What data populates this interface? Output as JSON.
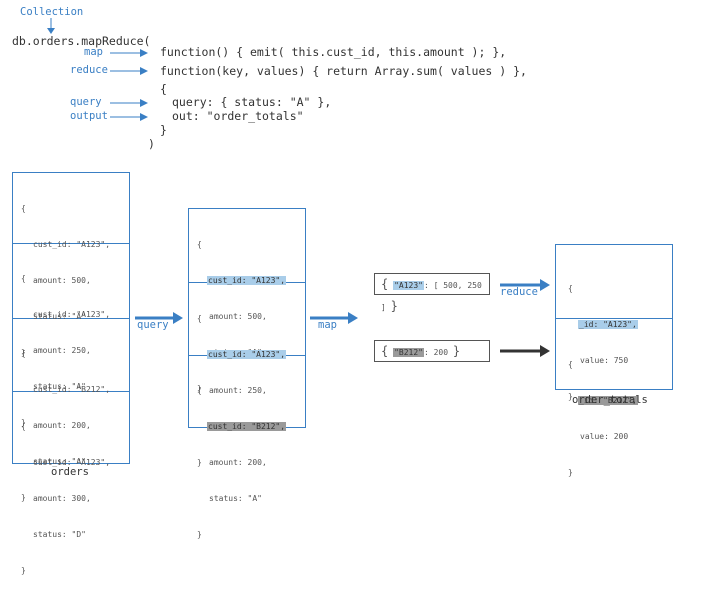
{
  "command": {
    "collection_label": "Collection",
    "line_head": "db.orders.mapReduce(",
    "map_label": "map",
    "map_code": "function() { emit( this.cust_id, this.amount ); },",
    "reduce_label": "reduce",
    "reduce_code": "function(key, values) { return Array.sum( values ) },",
    "open_brace": "{",
    "query_label": "query",
    "query_code": "query: { status: \"A\" },",
    "output_label": "output",
    "output_code": "out: \"order_totals\"",
    "close_brace": "}",
    "close_paren": ")"
  },
  "orders": {
    "caption": "orders",
    "docs": [
      {
        "open": "{",
        "cust_id": "cust_id: \"A123\",",
        "amount": "amount: 500,",
        "status": "status: \"A\"",
        "close": "}"
      },
      {
        "open": "{",
        "cust_id": "cust_id: \"A123\",",
        "amount": "amount: 250,",
        "status": "status: \"A\"",
        "close": "}"
      },
      {
        "open": "{",
        "cust_id": "cust_id: \"B212\",",
        "amount": "amount: 200,",
        "status": "status: \"A\"",
        "close": "}"
      },
      {
        "open": "{",
        "cust_id": "cust_id: \"A123\",",
        "amount": "amount: 300,",
        "status": "status: \"D\"",
        "close": "}"
      }
    ]
  },
  "query_arrow_label": "query",
  "filtered": {
    "docs": [
      {
        "open": "{",
        "cust_id": "cust_id: \"A123\",",
        "amount": "amount: 500,",
        "status": "status: \"A\"",
        "close": "}"
      },
      {
        "open": "{",
        "cust_id": "cust_id: \"A123\",",
        "amount": "amount: 250,",
        "status": "status: \"A\"",
        "close": "}"
      },
      {
        "open": "{",
        "cust_id": "cust_id: \"B212\",",
        "amount": "amount: 200,",
        "status": "status: \"A\"",
        "close": "}"
      }
    ]
  },
  "map_arrow_label": "map",
  "intermediate": {
    "row1": {
      "open": "{",
      "key": "\"A123\"",
      "rest": ": [ 500, 250 ]",
      "close": "}"
    },
    "row2": {
      "open": "{",
      "key": "\"B212\"",
      "rest": ": 200",
      "close": "}"
    }
  },
  "reduce_arrow_label": "reduce",
  "order_totals": {
    "caption": "order_totals",
    "docs": [
      {
        "open": "{",
        "id": "_id: \"A123\",",
        "value": "value: 750",
        "close": "}"
      },
      {
        "open": "{",
        "id": "_id: \"B212\",",
        "value": "value: 200",
        "close": "}"
      }
    ]
  },
  "colors": {
    "accent": "#3a7fc4",
    "highlight_blue": "#a9cde9",
    "highlight_gray": "#9a9a9a",
    "dark_arrow": "#333333"
  }
}
